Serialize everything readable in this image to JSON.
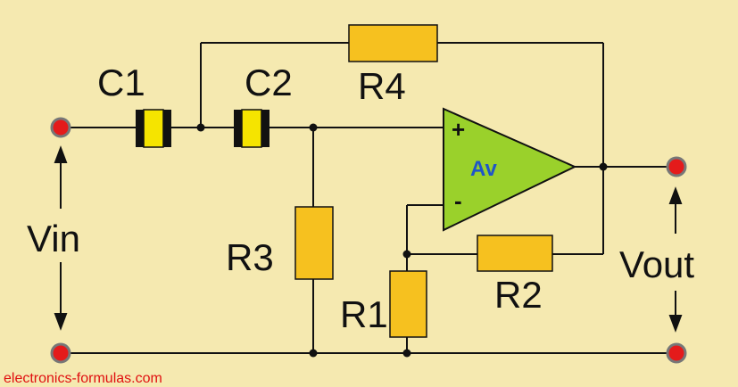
{
  "colors": {
    "background": "#f5e9b0",
    "wire": "#111111",
    "resistor": "#f6c11f",
    "capacitor": "#f5e400",
    "opamp": "#9ad12b",
    "terminal": "#e41b1b",
    "credit": "#e01010",
    "gain_text": "#1f55c8"
  },
  "labels": {
    "c1": "C1",
    "c2": "C2",
    "r1": "R1",
    "r2": "R2",
    "r3": "R3",
    "r4": "R4",
    "vin": "Vin",
    "vout": "Vout",
    "opamp_gain": "Av",
    "plus": "+",
    "minus": "-"
  },
  "credit": "electronics-formulas.com"
}
